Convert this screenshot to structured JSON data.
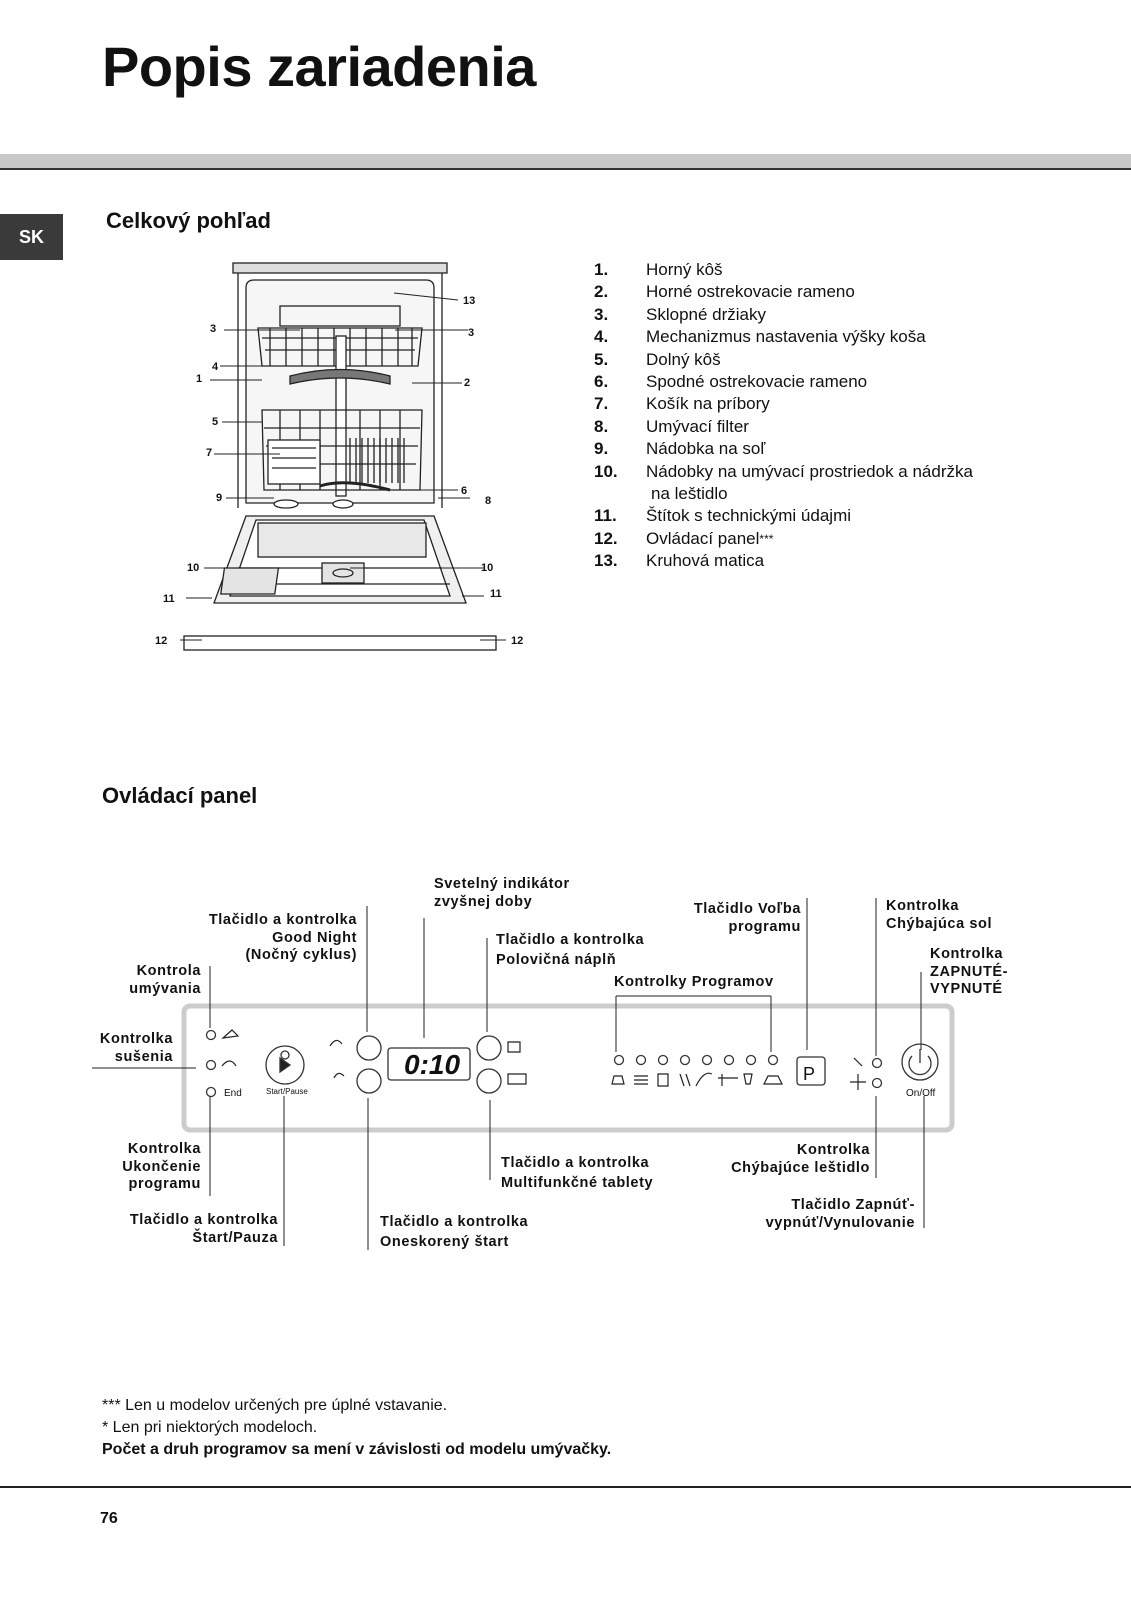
{
  "page_title": "Popis zariadenia",
  "lang_tab": "SK",
  "overview": {
    "heading": "Celkový pohľad",
    "figure_labels": [
      "13",
      "3",
      "3",
      "4",
      "1",
      "2",
      "5",
      "7",
      "6",
      "9",
      "8",
      "10",
      "10",
      "11",
      "11",
      "12",
      "12"
    ],
    "parts": [
      {
        "num": "1.",
        "text": "Horný kôš"
      },
      {
        "num": "2.",
        "text": "Horné ostrekovacie rameno"
      },
      {
        "num": "3.",
        "text": "Sklopné držiaky"
      },
      {
        "num": "4.",
        "text": "Mechanizmus nastavenia výšky koša"
      },
      {
        "num": "5.",
        "text": "Dolný kôš"
      },
      {
        "num": "6.",
        "text": "Spodné ostrekovacie rameno"
      },
      {
        "num": "7.",
        "text": "Košík na príbory"
      },
      {
        "num": "8.",
        "text": "Umývací filter"
      },
      {
        "num": "9.",
        "text": "Nádobka na soľ"
      },
      {
        "num": "10.",
        "text": "Nádobky na umývací prostriedok a nádržka",
        "cont": "na leštidlo"
      },
      {
        "num": "11.",
        "text": "Štítok s technickými údajmi"
      },
      {
        "num": "12.",
        "text": "Ovládací panel",
        "sup": "***"
      },
      {
        "num": "13.",
        "text": "Kruhová matica"
      }
    ]
  },
  "control_panel": {
    "heading": "Ovládací panel",
    "display": "0:10",
    "end_label": "End",
    "start_pause_label": "Start/Pause",
    "onoff_label": "On/Off",
    "program_key": "P",
    "callouts": {
      "svetelny": "Svetelný indikátor\nzvyšnej doby",
      "good_night": "Tlačidlo a kontrolka\nGood Night\n(Nočný cyklus)",
      "polovicna": "Tlačidlo a kontrolka\nPolovičná náplň",
      "volba": "Tlačidlo Voľba\nprogramu",
      "sol": "Kontrolka\nChýbajúca sol",
      "zapnute": "Kontrolka\nZAPNUTÉ-\nVYPNUTÉ",
      "umyvania": "Kontrola\numývania",
      "programov": "Kontrolky Programov",
      "susenia": "Kontrolka\nsušenia",
      "ukoncenie": "Kontrolka\nUkončenie\nprogramu",
      "multi": "Tlačidlo a kontrolka\nMultifunkčné tablety",
      "lestidlo": "Kontrolka\nChýbajúce leštidlo",
      "zapnut_btn": "Tlačidlo Zapnúť-\nvypnúť/Vynulovanie",
      "start": "Tlačidlo a kontrolka\nŠtart/Pauza",
      "oneskoreny": "Tlačidlo a kontrolka\nOneskorený štart"
    }
  },
  "footnotes": {
    "n1": "*** Len u modelov určených pre úplné vstavanie.",
    "n2": "* Len pri niektorých modeloch.",
    "n3": "Počet a druh programov sa mení v závislosti od modelu umývačky."
  },
  "page_number": "76"
}
